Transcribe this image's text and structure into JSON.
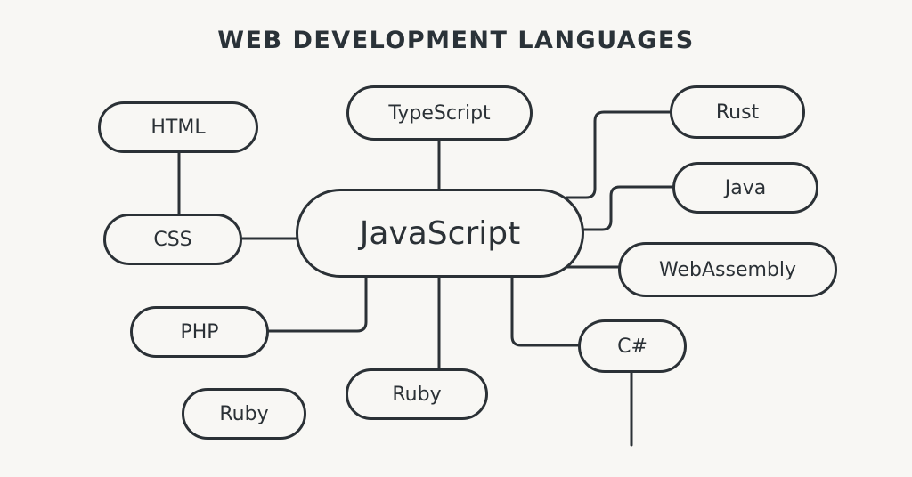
{
  "title": "WEB DEVELOPMENT LANGUAGES",
  "nodes": {
    "javascript": "JavaScript",
    "html": "HTML",
    "css": "CSS",
    "typescript": "TypeScript",
    "rust": "Rust",
    "java": "Java",
    "webassembly": "WebAssembly",
    "php": "PHP",
    "ruby_center": "Ruby",
    "ruby_left": "Ruby",
    "csharp": "C#"
  },
  "colors": {
    "background": "#f8f7f4",
    "stroke": "#2b3136",
    "text": "#2b3136"
  }
}
